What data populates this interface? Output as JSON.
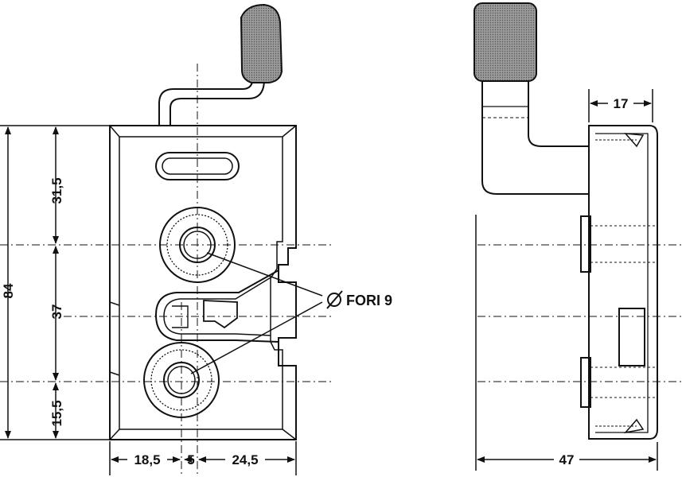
{
  "colors": {
    "line": "#111111",
    "background": "#ffffff",
    "knob_fill": "#8c8c8c"
  },
  "dimensions": {
    "overall_height": "84",
    "upper_height": "31,5",
    "middle_height": "37",
    "lower_height": "15,5",
    "left_offset": "18,5",
    "center_gap": "5",
    "right_offset": "24,5",
    "side_width_top": "17",
    "side_width_bottom": "47"
  },
  "annotation": {
    "hole_label": "FORI 9",
    "hole_symbol": "Ø"
  }
}
